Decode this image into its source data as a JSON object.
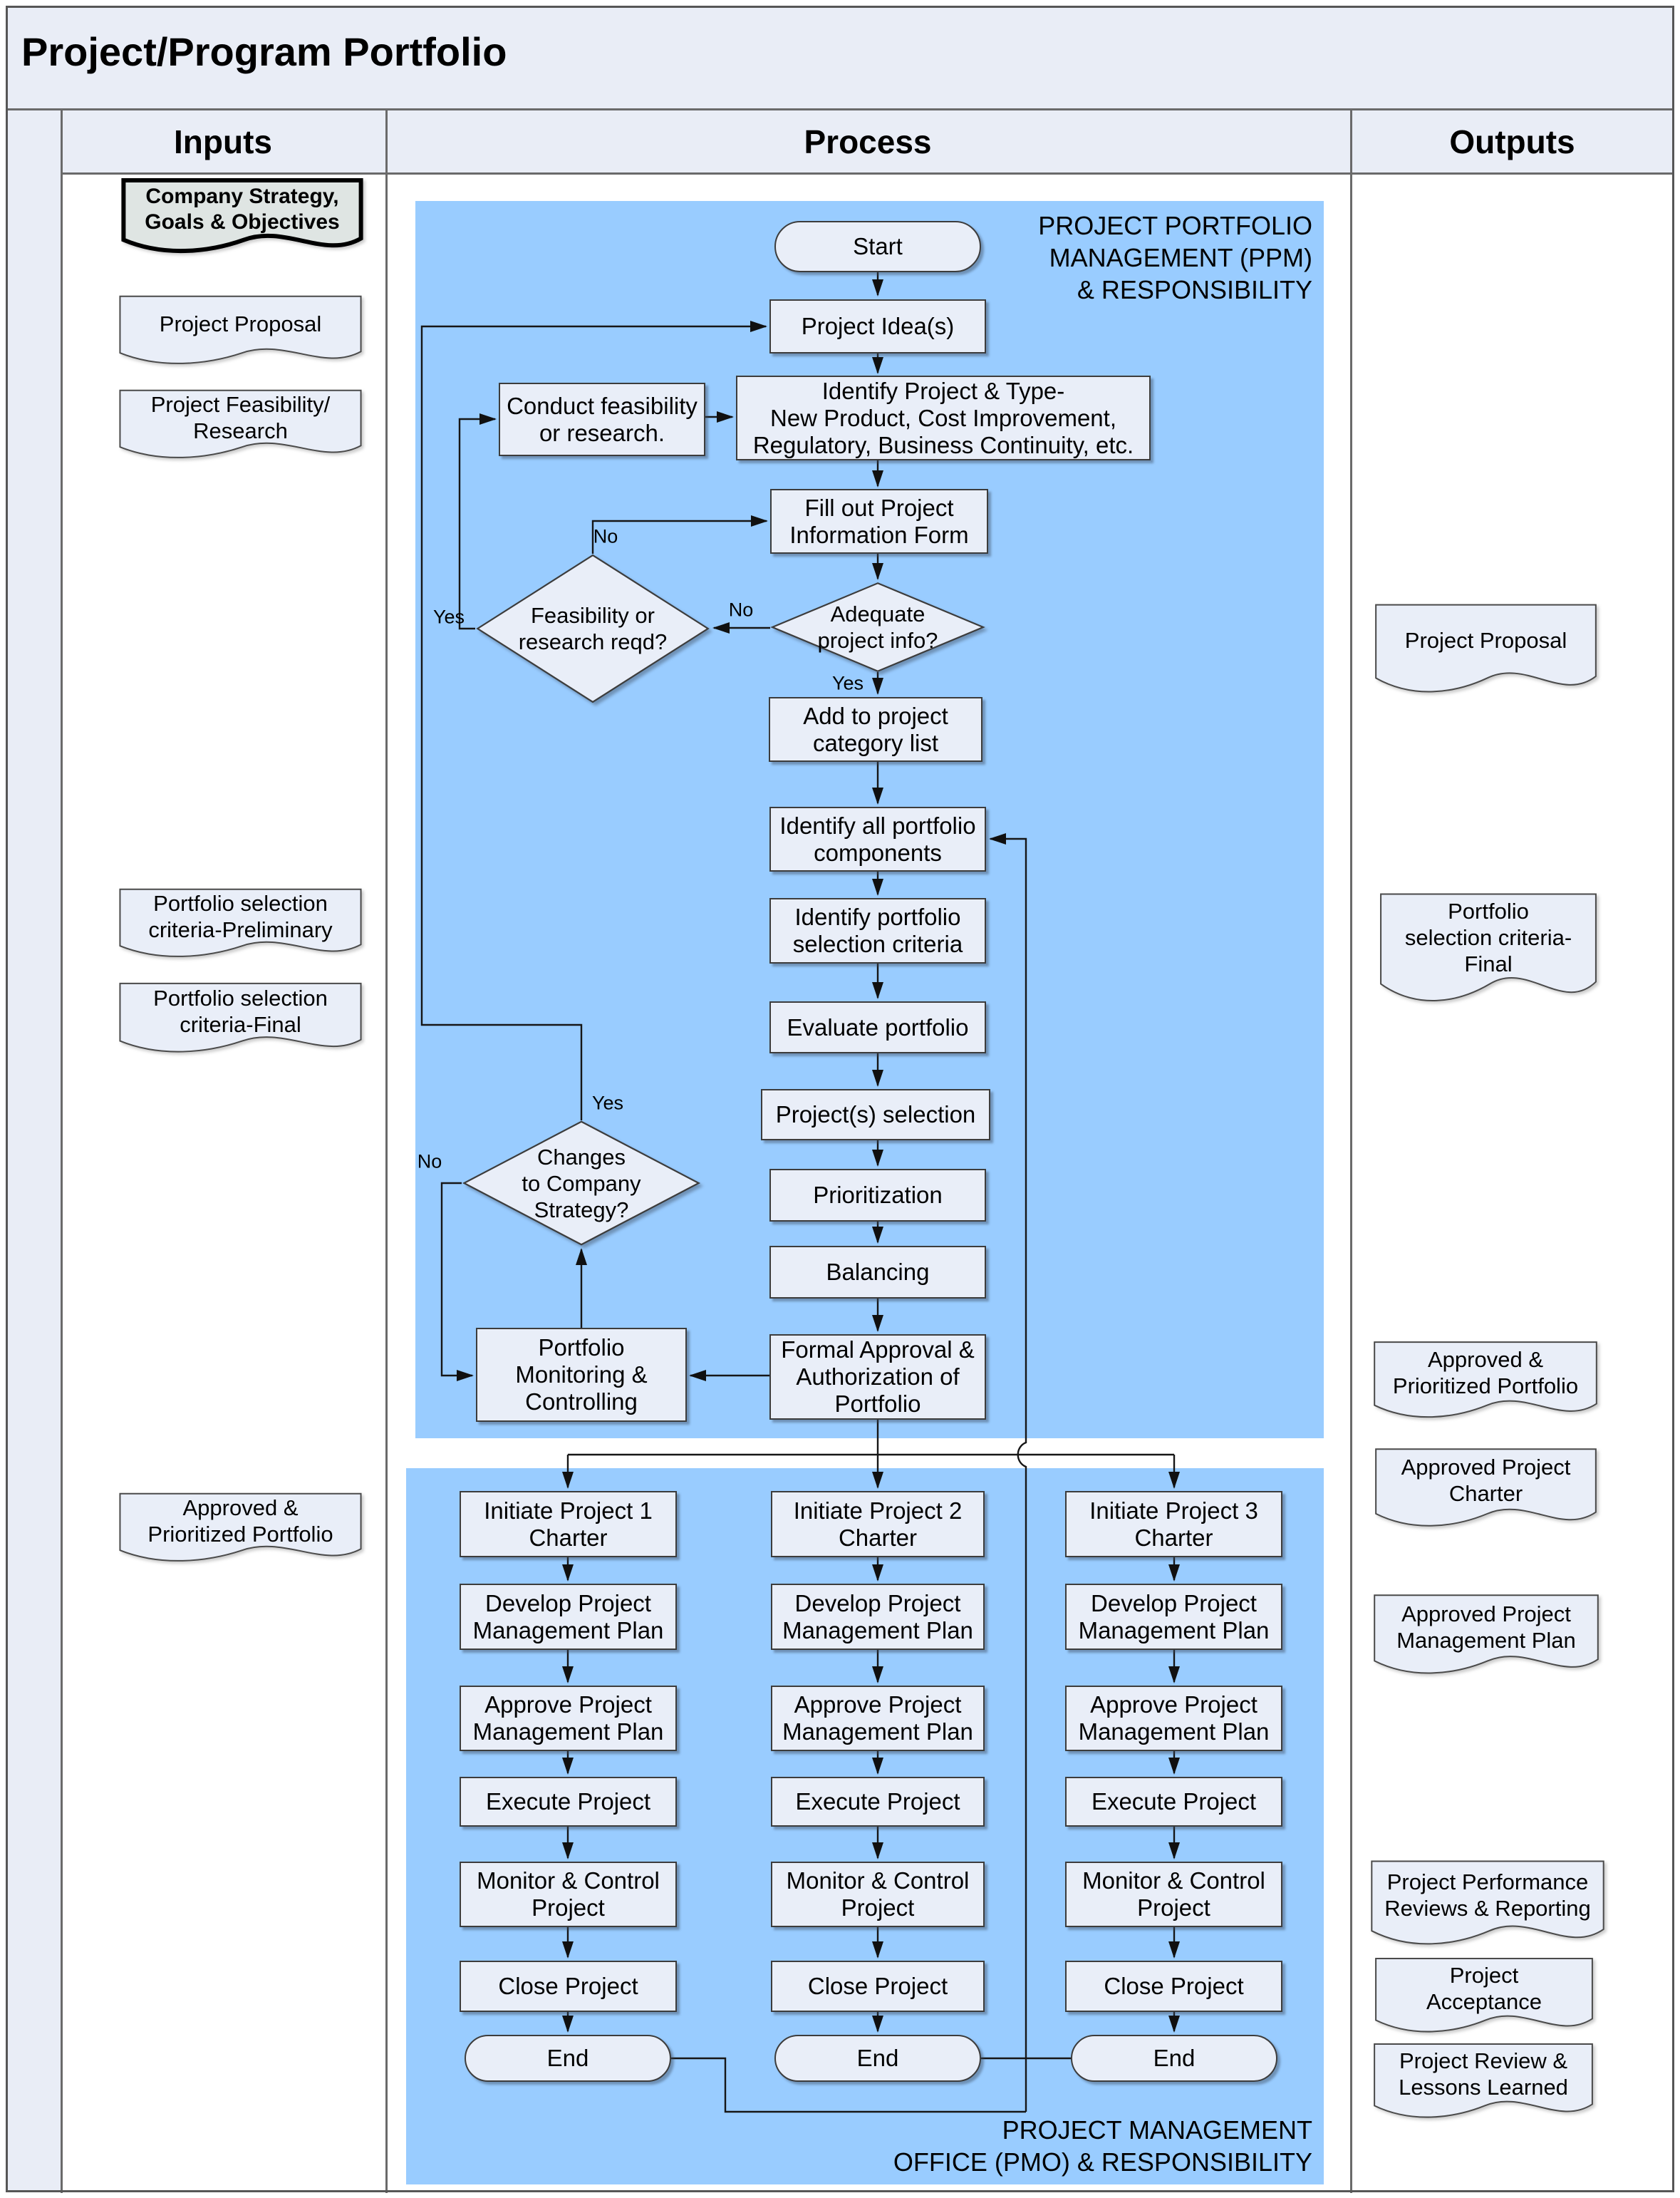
{
  "title": "Project/Program Portfolio",
  "lanes": {
    "inputs": "Inputs",
    "process": "Process",
    "outputs": "Outputs"
  },
  "zone_labels": {
    "ppm": "PROJECT PORTFOLIO\nMANAGEMENT (PPM)\n& RESPONSIBILITY",
    "pmo": "PROJECT MANAGEMENT\nOFFICE (PMO) & RESPONSIBILITY"
  },
  "decision_labels": {
    "yes": "Yes",
    "no": "No"
  },
  "colors": {
    "zone_fill": "#99ccff",
    "node_fill": "#e9eef8",
    "node_border": "#3c3c3c",
    "band_fill": "#e9edf6",
    "strategy_fill": "#dfe5e3"
  },
  "inputs": {
    "items": [
      {
        "label": "Company Strategy,\nGoals & Objectives",
        "emphasis": true
      },
      {
        "label": "Project Proposal"
      },
      {
        "label": "Project Feasibility/\nResearch"
      },
      {
        "label": "Portfolio selection\ncriteria-Preliminary"
      },
      {
        "label": "Portfolio selection\ncriteria-Final"
      },
      {
        "label": "Approved &\nPrioritized Portfolio"
      }
    ]
  },
  "outputs": {
    "items": [
      {
        "label": "Project Proposal"
      },
      {
        "label": "Portfolio\nselection criteria-\nFinal"
      },
      {
        "label": "Approved &\nPrioritized Portfolio"
      },
      {
        "label": "Approved Project\nCharter"
      },
      {
        "label": "Approved Project\nManagement Plan"
      },
      {
        "label": "Project Performance\nReviews & Reporting"
      },
      {
        "label": "Project\nAcceptance"
      },
      {
        "label": "Project Review &\nLessons Learned"
      }
    ]
  },
  "ppm": {
    "start": "Start",
    "project_ideas": "Project Idea(s)",
    "identify_type": "Identify Project & Type-\nNew Product, Cost Improvement,\nRegulatory, Business Continuity, etc.",
    "conduct_feasibility": "Conduct feasibility\nor research.",
    "fill_form": "Fill out Project\nInformation Form",
    "adequate": "Adequate\nproject info?",
    "feasibility_reqd": "Feasibility or\nresearch reqd?",
    "add_category": "Add to project\ncategory list",
    "identify_all": "Identify all portfolio\ncomponents",
    "identify_criteria": "Identify portfolio\nselection criteria",
    "evaluate": "Evaluate portfolio",
    "selection": "Project(s) selection",
    "prioritization": "Prioritization",
    "balancing": "Balancing",
    "formal_approval": "Formal Approval &\nAuthorization of\nPortfolio",
    "monitoring": "Portfolio\nMonitoring &\nControlling",
    "changes": "Changes\nto Company\nStrategy?"
  },
  "pmo": {
    "tracks": [
      {
        "initiate": "Initiate Project 1\nCharter",
        "develop": "Develop Project\nManagement Plan",
        "approve": "Approve Project\nManagement Plan",
        "execute": "Execute Project",
        "monitor": "Monitor & Control\nProject",
        "close": "Close Project",
        "end": "End"
      },
      {
        "initiate": "Initiate Project 2\nCharter",
        "develop": "Develop Project\nManagement Plan",
        "approve": "Approve Project\nManagement Plan",
        "execute": "Execute Project",
        "monitor": "Monitor & Control\nProject",
        "close": "Close Project",
        "end": "End"
      },
      {
        "initiate": "Initiate Project 3\nCharter",
        "develop": "Develop Project\nManagement Plan",
        "approve": "Approve Project\nManagement Plan",
        "execute": "Execute Project",
        "monitor": "Monitor & Control\nProject",
        "close": "Close Project",
        "end": "End"
      }
    ]
  }
}
